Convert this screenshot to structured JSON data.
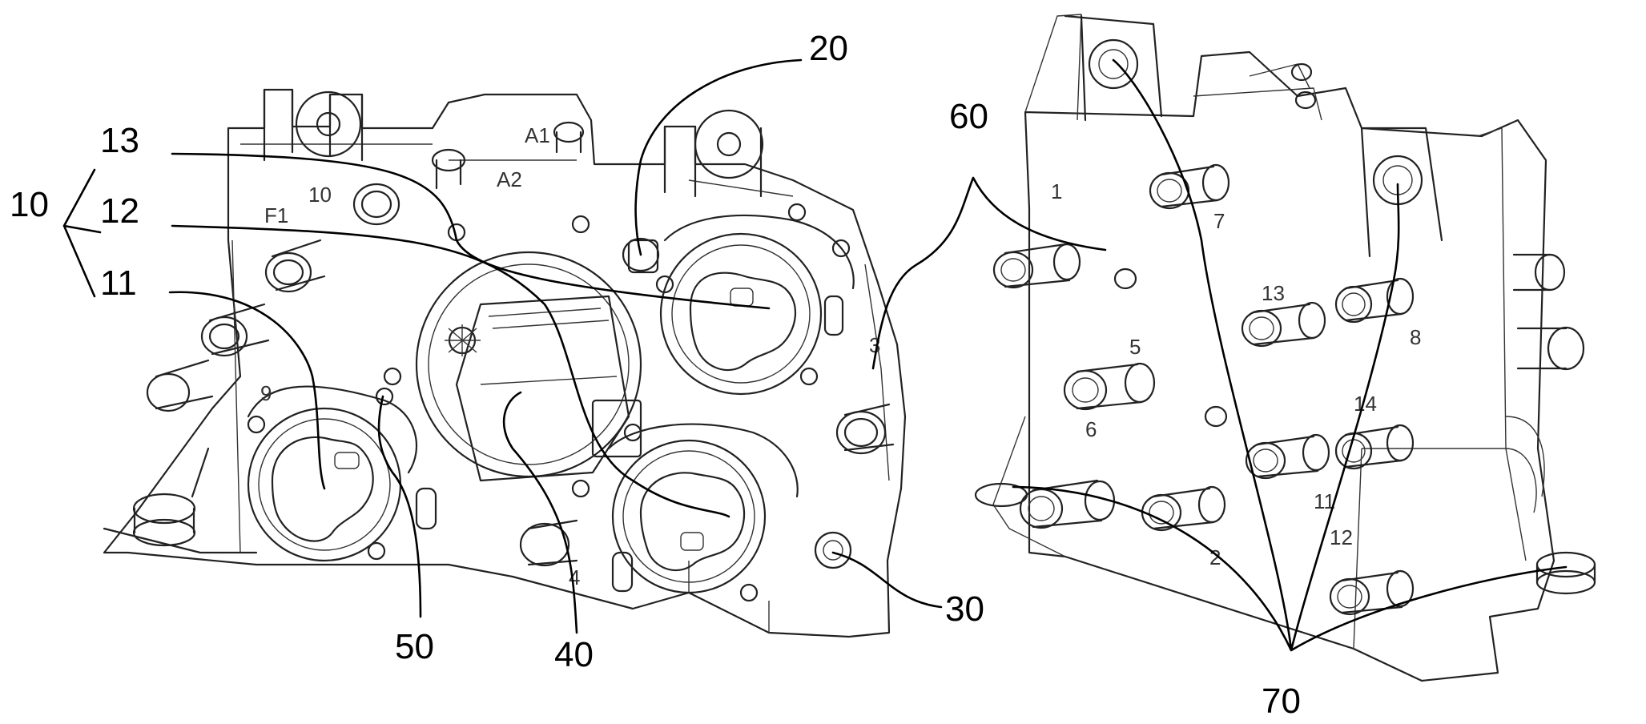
{
  "reference_numerals": {
    "n10": "10",
    "n11": "11",
    "n12": "12",
    "n13": "13",
    "n20": "20",
    "n30": "30",
    "n40": "40",
    "n50": "50",
    "n60": "60",
    "n70": "70"
  },
  "left_view_markings": {
    "a1": "A1",
    "a2": "A2",
    "f1": "F1",
    "p10": "10",
    "p9": "9",
    "p3": "3",
    "p4": "4"
  },
  "right_view_port_numbers": {
    "p1": "1",
    "p2": "2",
    "p5": "5",
    "p6": "6",
    "p7": "7",
    "p8": "8",
    "p11": "11",
    "p12": "12",
    "p13": "13",
    "p14": "14"
  }
}
